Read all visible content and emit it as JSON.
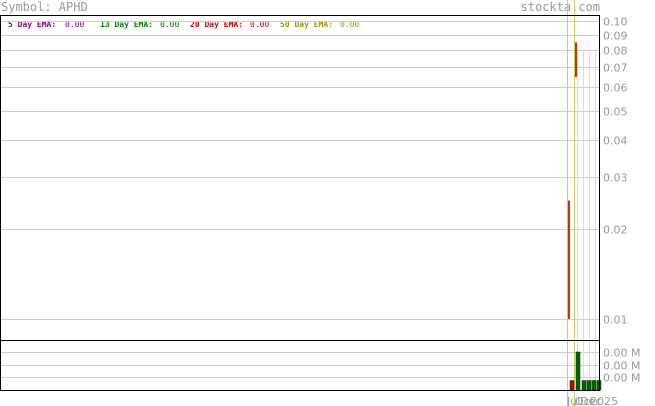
{
  "header": {
    "symbol_label": "Symbol: APHD",
    "site": "stockta.com"
  },
  "legend": [
    {
      "label": "5 Day EMA:",
      "value": "0.00",
      "color": "#800080"
    },
    {
      "label": "13 Day EMA:",
      "value": "0.00",
      "color": "#008000"
    },
    {
      "label": "20 Day EMA:",
      "value": "0.00",
      "color": "#cc0000"
    },
    {
      "label": "50 Day EMA:",
      "value": "0.00",
      "color": "#999900"
    }
  ],
  "chart_data": {
    "type": "bar",
    "price_axis": {
      "scale": "log",
      "ylim": [
        0.0085,
        0.105
      ],
      "tick_values": [
        0.01,
        0.02,
        0.03,
        0.04,
        0.05,
        0.06,
        0.07,
        0.08,
        0.09,
        0.1
      ],
      "tick_labels": [
        "0.01",
        "0.02",
        "0.03",
        "0.04",
        "0.05",
        "0.06",
        "0.07",
        "0.08",
        "0.09",
        "0.10"
      ],
      "grid": true
    },
    "volume_axis": {
      "tick_labels": [
        "0.00 M",
        "0.00 M",
        "0.00 M"
      ],
      "grid": true
    },
    "x_labels": [
      "Jul",
      "Oct",
      "Dec",
      "2025"
    ],
    "price_bars": [
      {
        "low": 0.01,
        "high": 0.025,
        "color": "#cc3300"
      },
      {
        "low": 0.065,
        "high": 0.085,
        "color": "#cc3300"
      }
    ],
    "volume_bars": [
      {
        "value": 0.0,
        "color": "#cc0000"
      },
      {
        "value": 0.0,
        "color": "#006600"
      },
      {
        "value": 0.0,
        "color": "#006600"
      },
      {
        "value": 0.0,
        "color": "#006600"
      },
      {
        "value": 0.0,
        "color": "#006600"
      },
      {
        "value": 0.0,
        "color": "#006600"
      }
    ],
    "volume_bar_levels": [
      0.25,
      1.0,
      0.25,
      0.25,
      0.25,
      0.25
    ],
    "vertical_markers_color": "#cccc66"
  }
}
